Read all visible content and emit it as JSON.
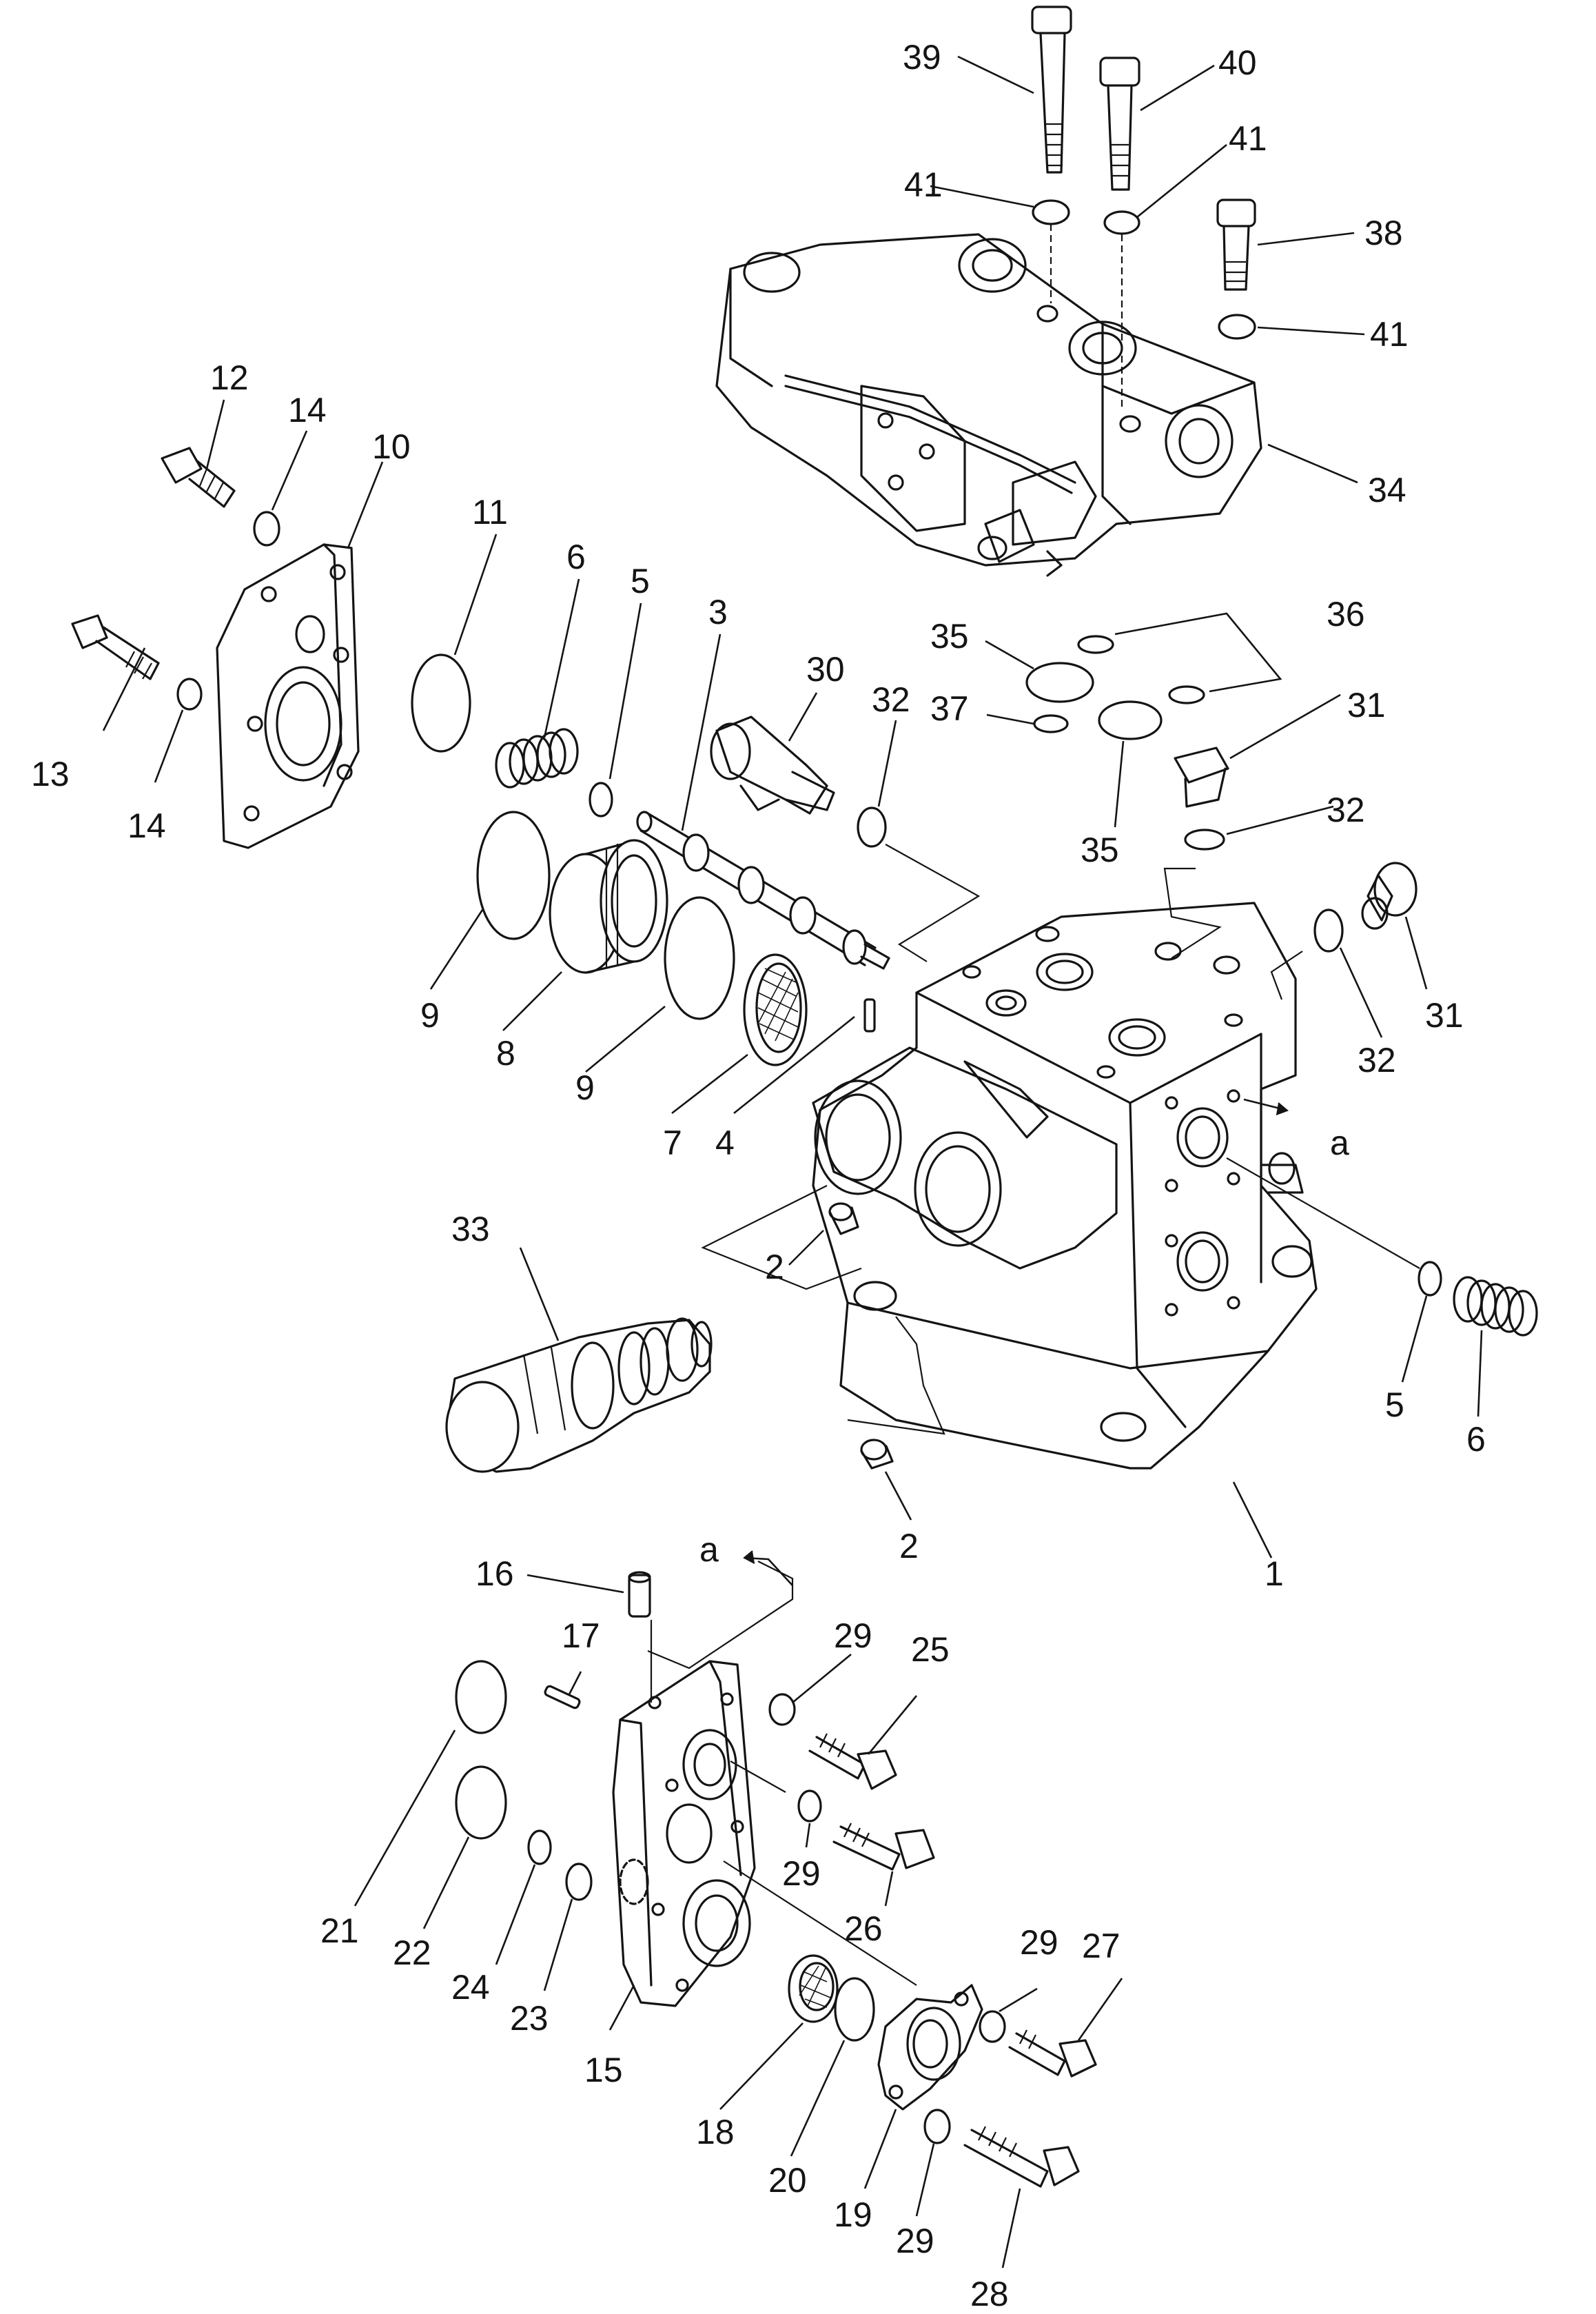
{
  "parts": {
    "p1": "1",
    "p2a": "2",
    "p2b": "2",
    "p3": "3",
    "p4": "4",
    "p5a": "5",
    "p5b": "5",
    "p6a": "6",
    "p6b": "6",
    "p7": "7",
    "p8": "8",
    "p9a": "9",
    "p9b": "9",
    "p10": "10",
    "p11": "11",
    "p12": "12",
    "p13": "13",
    "p14a": "14",
    "p14b": "14",
    "p15": "15",
    "p16": "16",
    "p17": "17",
    "p18": "18",
    "p19": "19",
    "p20": "20",
    "p21": "21",
    "p22": "22",
    "p23": "23",
    "p24": "24",
    "p25": "25",
    "p26": "26",
    "p27": "27",
    "p28": "28",
    "p29a": "29",
    "p29b": "29",
    "p29c": "29",
    "p29d": "29",
    "p30": "30",
    "p31a": "31",
    "p31b": "31",
    "p32a": "32",
    "p32b": "32",
    "p32c": "32",
    "p33": "33",
    "p34": "34",
    "p35a": "35",
    "p35b": "35",
    "p36": "36",
    "p37": "37",
    "p38": "38",
    "p39": "39",
    "p40": "40",
    "p41a": "41",
    "p41b": "41",
    "p41c": "41"
  },
  "view_marks": {
    "a_right": "a",
    "a_bottom": "a"
  }
}
